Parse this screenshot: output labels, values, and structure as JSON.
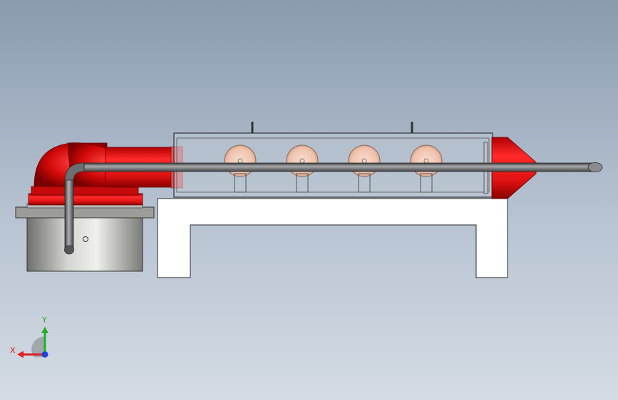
{
  "viewport": {
    "background_top": "#8a9bb0",
    "background_bottom": "#d4dbe4"
  },
  "model": {
    "duct_color": "#e01212",
    "frame_color": "#ffffff",
    "pipe_color": "#6e7072",
    "canister_color": "#a8a8a4",
    "nozzle_count": 4
  },
  "triad": {
    "x_label": "X",
    "y_label": "Y",
    "x_color": "#e02020",
    "y_color": "#20b020",
    "z_color": "#2040e0"
  }
}
